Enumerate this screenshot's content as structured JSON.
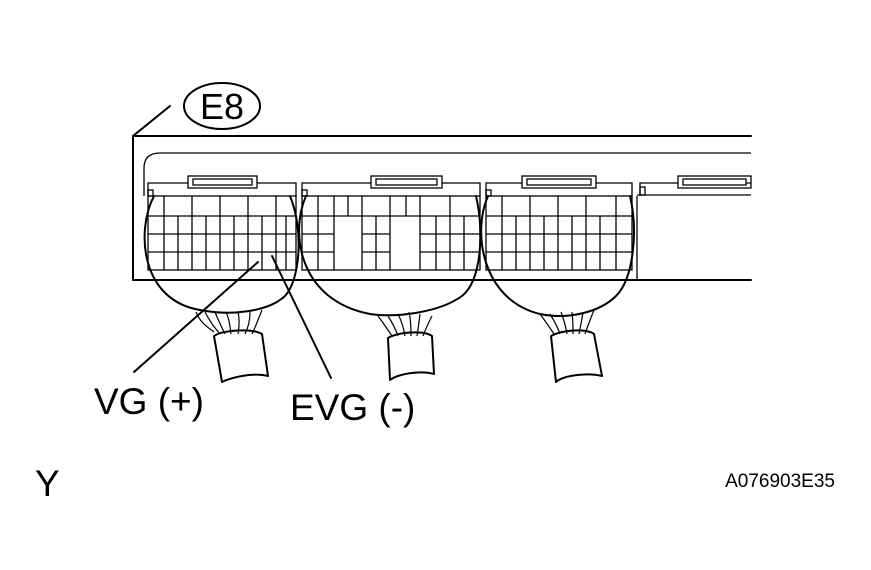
{
  "connector_tag": "E8",
  "callouts": {
    "vg_plus": "VG (+)",
    "evg_minus": "EVG (-)"
  },
  "view_letter": "Y",
  "figure_code": "A076903E35"
}
